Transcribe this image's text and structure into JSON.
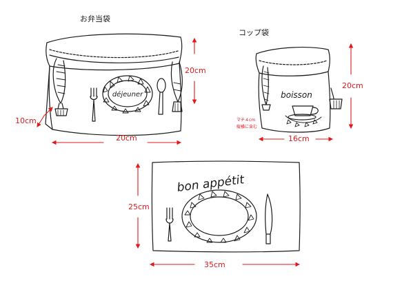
{
  "labels": {
    "lunch_bag_title": "お弁当袋",
    "cup_bag_title": "コップ袋",
    "lunch_height": "20cm",
    "lunch_depth": "10cm",
    "lunch_width": "20cm",
    "cup_height": "20cm",
    "cup_width": "16cm",
    "cup_note_line1": "マチ４cm",
    "cup_note_line2": "縦横に含む",
    "mat_height": "25cm",
    "mat_width": "35cm"
  },
  "embroidery": {
    "lunch_bag_text": "déjeuner",
    "cup_bag_text": "boisson",
    "mat_text": "bon appétit"
  },
  "colors": {
    "line": "#1a1a1a",
    "dimension": "#e0191c"
  }
}
